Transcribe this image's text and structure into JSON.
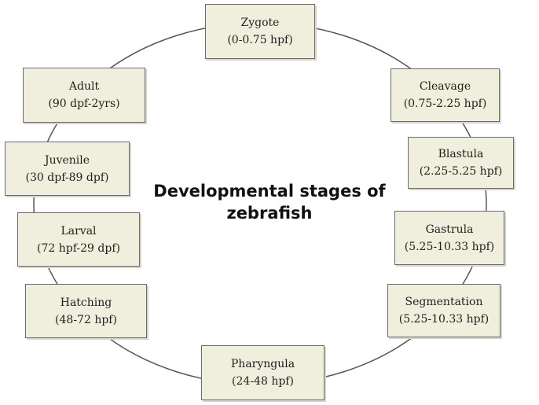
{
  "title": {
    "line1": "Developmental stages of",
    "line2": "zebrafish"
  },
  "stages": [
    {
      "name": "Zygote",
      "range": "(0-0.75 hpf)"
    },
    {
      "name": "Cleavage",
      "range": "(0.75-2.25 hpf)"
    },
    {
      "name": "Blastula",
      "range": "(2.25-5.25 hpf)"
    },
    {
      "name": "Gastrula",
      "range": "(5.25-10.33 hpf)"
    },
    {
      "name": "Segmentation",
      "range": "(5.25-10.33 hpf)"
    },
    {
      "name": "Pharyngula",
      "range": "(24-48 hpf)"
    },
    {
      "name": "Hatching",
      "range": "(48-72 hpf)"
    },
    {
      "name": "Larval",
      "range": "(72 hpf-29 dpf)"
    },
    {
      "name": "Juvenile",
      "range": "(30 dpf-89 dpf)"
    },
    {
      "name": "Adult",
      "range": "(90 dpf-2yrs)"
    }
  ],
  "colors": {
    "box_fill": "#f0eedc",
    "box_border": "#6b6b6b",
    "ring": "#555555"
  }
}
